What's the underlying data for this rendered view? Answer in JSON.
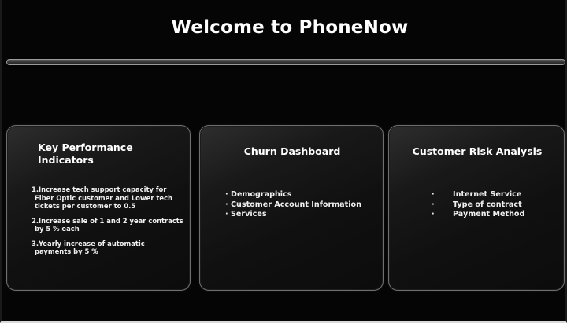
{
  "header": {
    "title": "Welcome to PhoneNow"
  },
  "kpi_card": {
    "title_line1": "Key Performance",
    "title_line2": "Indicators",
    "items": [
      {
        "line1": "1.Increase tech support capacity for",
        "line2": "Fiber Optic customer and Lower tech",
        "line3": "tickets per customer to 0.5"
      },
      {
        "line1": "2.Increase sale of 1 and 2 year contracts",
        "line2": "by 5 % each"
      },
      {
        "line1": "3.Yearly increase of automatic",
        "line2": "payments by 5 %"
      }
    ]
  },
  "churn_card": {
    "title": "Churn Dashboard",
    "items": [
      "· Demographics",
      "· Customer Account Information",
      "· Services"
    ]
  },
  "risk_card": {
    "title": "Customer Risk Analysis",
    "bullet": "·",
    "items": [
      "Internet Service",
      "Type of contract",
      "Payment Method"
    ]
  },
  "colors": {
    "background": "#050505",
    "text": "#ffffff",
    "card_border": "#6e6e6e",
    "divider_border": "#9a9a9a"
  }
}
